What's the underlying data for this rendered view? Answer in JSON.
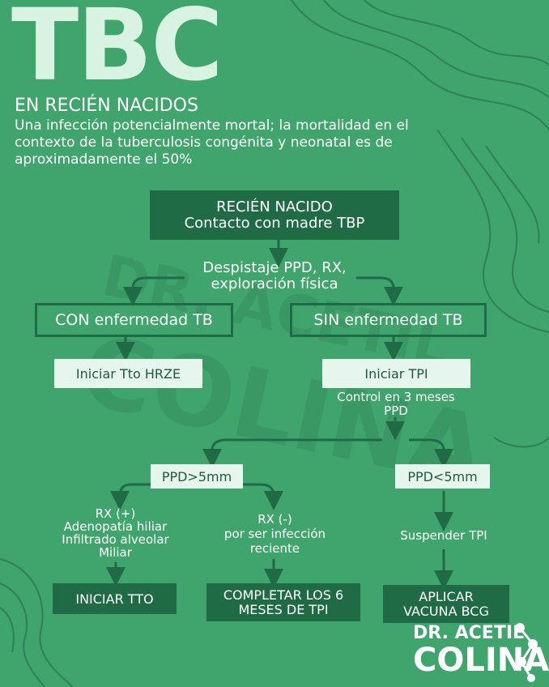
{
  "header": {
    "title": "TBC",
    "subtitle": "EN RECIÉN NACIDOS",
    "intro": "Una infección potencialmente mortal; la mortalidad en el contexto de la tuberculosis congénita y neonatal es de aproximadamente el 50%"
  },
  "flow": {
    "root": {
      "line1": "RECIÉN NACIDO",
      "line2": "Contacto con madre TBP"
    },
    "screening": {
      "line1": "Despistaje PPD, RX,",
      "line2": "exploración física"
    },
    "con": "CON enfermedad TB",
    "sin": "SIN enfermedad TB",
    "start_hrze": "Iniciar Tto HRZE",
    "start_tpi": "Iniciar TPI",
    "control": {
      "line1": "Control en 3 meses",
      "line2": "PPD"
    },
    "ppd_gt": "PPD>5mm",
    "ppd_lt": "PPD<5mm",
    "rx_pos": {
      "line1": "RX (+)",
      "line2": "Adenopatía hiliar",
      "line3": "Infiltrado alveolar",
      "line4": "Miliar"
    },
    "rx_neg": {
      "line1": "RX (-)",
      "line2": "por ser infección",
      "line3": "reciente"
    },
    "suspend": "Suspender TPI",
    "start_tto": "INICIAR TTO",
    "complete": {
      "line1": "COMPLETAR LOS 6",
      "line2": "MESES DE TPI"
    },
    "bcg": {
      "line1": "APLICAR",
      "line2": "VACUNA BCG"
    }
  },
  "branding": {
    "line1": "DR. ACETIL",
    "line2": "COLINA"
  },
  "colors": {
    "background": "#3fa56c",
    "dark_box": "#1f6b46",
    "light_box": "#e6f6ec",
    "title": "#d9f3e3"
  },
  "icons": [
    "molecule-icon"
  ]
}
